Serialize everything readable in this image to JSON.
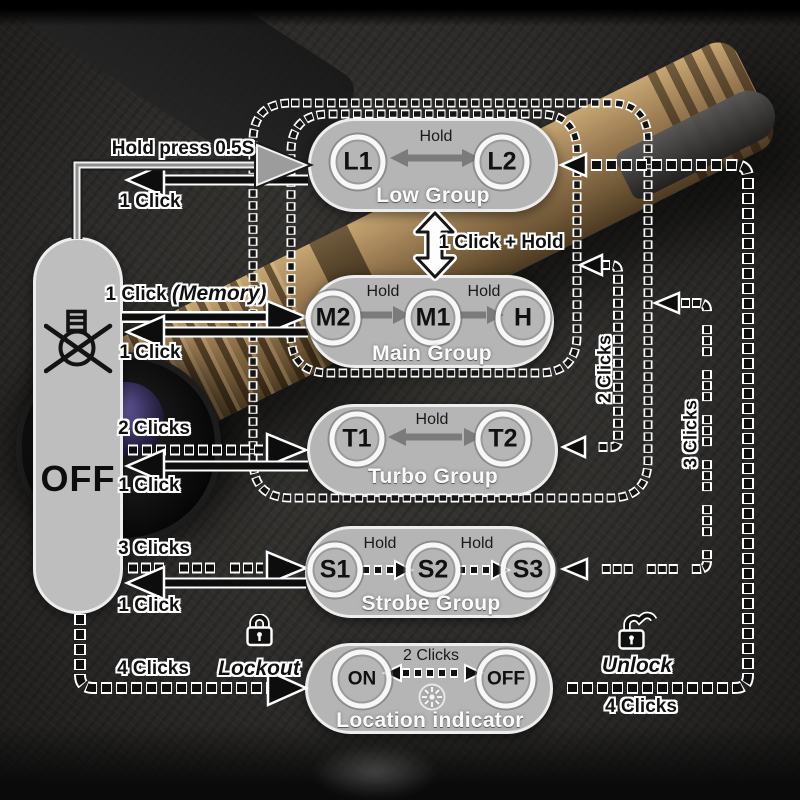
{
  "colors": {
    "pill_gray": "#b5b5b5",
    "flashlight_tan": "#9a7b52",
    "arrow_gray": "#7b7b7b",
    "line_black": "#0e0e0e",
    "outline_white": "#ffffff"
  },
  "off": {
    "label": "OFF"
  },
  "labels": {
    "hold_press": "Hold press 0.5S",
    "click_from_low": "1 Click",
    "click_memory": "1 Click",
    "memory": "(Memory)",
    "click_from_main": "1 Click",
    "two_clicks": "2 Clicks",
    "click_from_turbo": "1 Click",
    "three_clicks": "3 Clicks",
    "click_from_strobe": "1 Click",
    "four_clicks_lockout": "4 Clicks",
    "lockout": "Lockout",
    "unlock": "Unlock",
    "four_clicks_unlock": "4 Clicks",
    "one_click_hold": "1 Click + Hold",
    "two_clicks_side": "2 Clicks",
    "three_clicks_side": "3 Clicks"
  },
  "groups": {
    "low": {
      "title": "Low Group",
      "hold": "Hold",
      "modes": [
        "L1",
        "L2"
      ]
    },
    "main": {
      "title": "Main Group",
      "hold_1": "Hold",
      "hold_2": "Hold",
      "modes": [
        "M2",
        "M1",
        "H"
      ]
    },
    "turbo": {
      "title": "Turbo Group",
      "hold": "Hold",
      "modes": [
        "T1",
        "T2"
      ]
    },
    "strobe": {
      "title": "Strobe Group",
      "hold_1": "Hold",
      "hold_2": "Hold",
      "modes": [
        "S1",
        "S2",
        "S3"
      ]
    },
    "location": {
      "title": "Location indicator",
      "two_clicks": "2 Clicks",
      "modes": [
        "ON",
        "OFF"
      ]
    }
  }
}
